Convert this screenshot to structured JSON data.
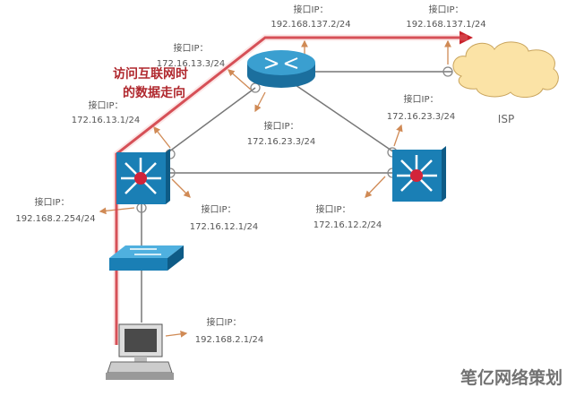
{
  "labels": {
    "isp_side_router": {
      "title": "接口IP：",
      "ip": "192.168.137.2/24"
    },
    "isp_side_isp": {
      "title": "接口IP：",
      "ip": "192.168.137.1/24"
    },
    "router_to_left": {
      "title": "接口IP：",
      "ip": "172.16.13.3/24"
    },
    "left_to_router": {
      "title": "接口IP：",
      "ip": "172.16.13.1/24"
    },
    "router_to_right": {
      "title": "接口IP：",
      "ip": "172.16.23.3/24"
    },
    "right_to_router": {
      "title": "接口IP：",
      "ip": "172.16.23.3/24"
    },
    "left_to_lan": {
      "title": "接口IP：",
      "ip": "192.168.2.254/24"
    },
    "left_to_right": {
      "title": "接口IP：",
      "ip": "172.16.12.1/24"
    },
    "right_to_left": {
      "title": "接口IP：",
      "ip": "172.16.12.2/24"
    },
    "pc": {
      "title": "接口IP：",
      "ip": "192.168.2.1/24"
    }
  },
  "annotation": {
    "line1": "访问互联网时",
    "line2": "的数据走向"
  },
  "isp_label": "ISP",
  "watermark": "笔亿网络策划",
  "colors": {
    "path": "#c8202a",
    "device": "#1a7fb5",
    "cloud": "#fbe3a6",
    "arrow": "#d08a55"
  }
}
